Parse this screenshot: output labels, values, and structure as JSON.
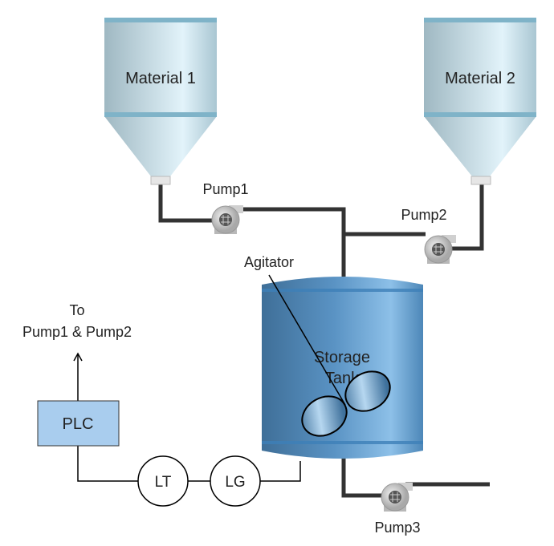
{
  "labels": {
    "material1": "Material  1",
    "material2": "Material 2",
    "pump1": "Pump1",
    "pump2": "Pump2",
    "pump3": "Pump3",
    "agitator": "Agitator",
    "tank_line1": "Storage",
    "tank_line2": "Tank",
    "to_line1": "To",
    "to_line2": "Pump1 & Pump2",
    "plc": "PLC",
    "lt": "LT",
    "lg": "LG"
  },
  "colors": {
    "pipe": "#333333",
    "silo": "#c5dde6",
    "tank": "#4f8fc0",
    "plc": "#a9cdee"
  }
}
